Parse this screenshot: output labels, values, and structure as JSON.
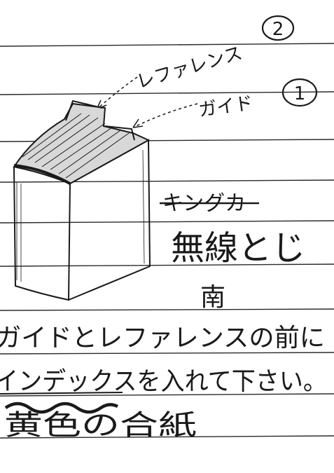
{
  "note": {
    "circled_numbers": [
      "2",
      "1"
    ],
    "label_reference": "レファレンス",
    "label_guide": "ガイド",
    "struck_word": "キングカ",
    "binding": "無線とじ",
    "south": "南",
    "line1": "ガイドとレファレンスの前に",
    "line2": "インデックスを入れて下さい。",
    "line3": "黄色の合紙"
  },
  "colors": {
    "ink": "#1a1a1a",
    "rule": "#2a2a2a",
    "paper": "#ffffff"
  }
}
